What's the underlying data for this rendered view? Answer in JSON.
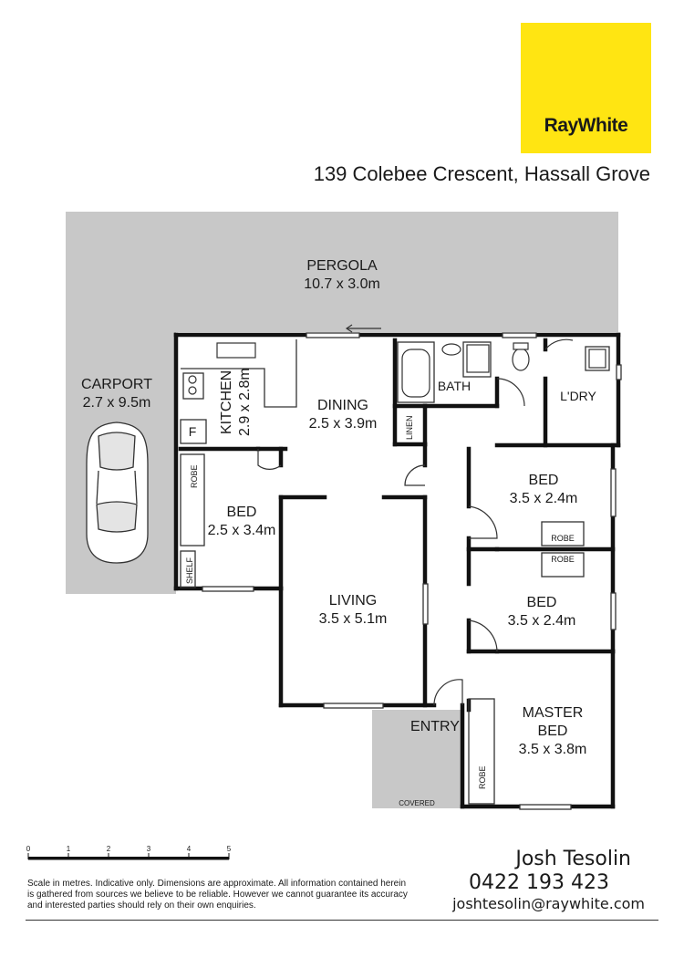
{
  "brand": {
    "logo_text": "RayWhite",
    "logo_color": "#ffe512"
  },
  "address": "139 Colebee Crescent, Hassall Grove",
  "rooms": {
    "pergola": {
      "name": "PERGOLA",
      "size": "10.7 x 3.0m"
    },
    "carport": {
      "name": "CARPORT",
      "size": "2.7 x 9.5m"
    },
    "kitchen": {
      "name": "KITCHEN",
      "size": "2.9 x 2.8m"
    },
    "dining": {
      "name": "DINING",
      "size": "2.5 x 3.9m"
    },
    "bath": {
      "name": "BATH"
    },
    "laundry": {
      "name": "L'DRY"
    },
    "linen": {
      "name": "LINEN"
    },
    "bed_west": {
      "name": "BED",
      "size": "2.5 x 3.4m"
    },
    "bed_east_1": {
      "name": "BED",
      "size": "3.5 x 2.4m"
    },
    "bed_east_2": {
      "name": "BED",
      "size": "3.5 x 2.4m"
    },
    "living": {
      "name": "LIVING",
      "size": "3.5 x 5.1m"
    },
    "entry": {
      "name": "ENTRY"
    },
    "master_bed": {
      "name_line1": "MASTER",
      "name_line2": "BED",
      "size": "3.5 x 3.8m"
    },
    "covered": {
      "name": "COVERED"
    }
  },
  "fixtures": {
    "fridge": "F",
    "robe": "ROBE",
    "shelf": "SHELF"
  },
  "scale_bar": {
    "ticks": [
      "0",
      "1",
      "2",
      "3",
      "4",
      "5"
    ]
  },
  "disclaimer": "Scale in metres. Indicative only. Dimensions are approximate. All information contained herein is gathered from sources we believe to be reliable. However we cannot guarantee its accuracy and interested parties should rely on their own enquiries.",
  "agent": {
    "name": "Josh Tesolin",
    "phone": "0422 193 423",
    "email": "joshtesolin@raywhite.com"
  },
  "colors": {
    "wall": "#111111",
    "outdoor_fill": "#c8c8c8"
  }
}
